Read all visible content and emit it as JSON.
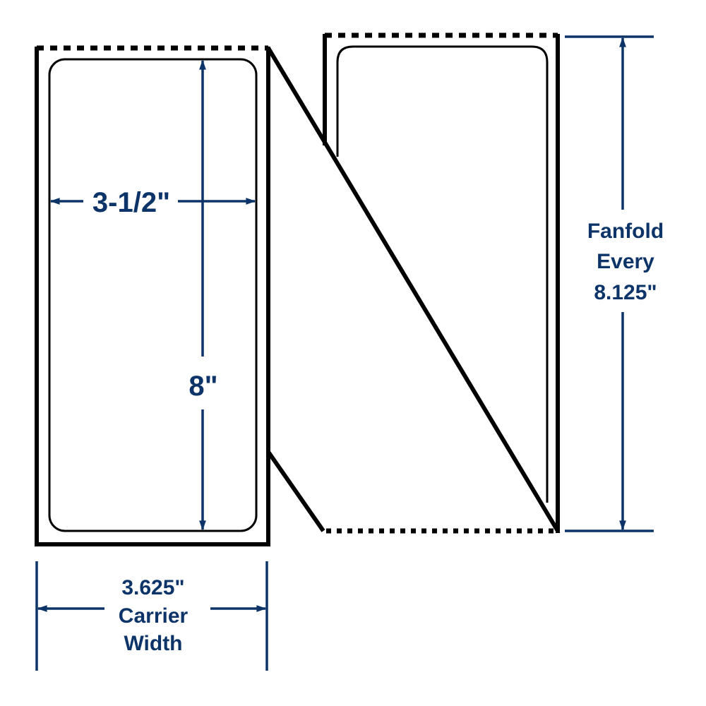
{
  "colors": {
    "outline": "#000000",
    "dimension": "#0d3468",
    "background": "#ffffff"
  },
  "labels": {
    "label_width": "3-1/2\"",
    "label_height": "8\"",
    "fanfold_line1": "Fanfold",
    "fanfold_line2": "Every",
    "fanfold_line3": "8.125\"",
    "carrier_line1": "3.625\"",
    "carrier_line2": "Carrier",
    "carrier_line3": "Width"
  }
}
